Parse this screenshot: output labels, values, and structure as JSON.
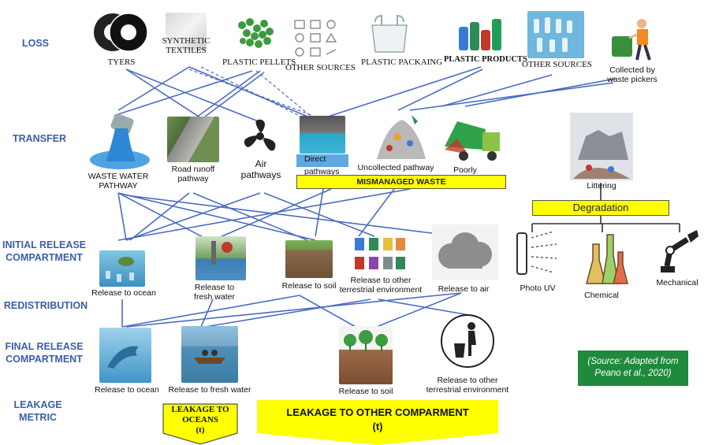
{
  "rows": {
    "loss": "LOSS",
    "transfer": "TRANSFER",
    "initial_release": [
      "INITIAL RELEASE",
      "COMPARTMENT"
    ],
    "redistribution": "REDISTRIBUTION",
    "final_release": [
      "FINAL RELEASE",
      "COMPARTMENT"
    ],
    "leakage_metric": [
      "LEAKAGE",
      "METRIC"
    ]
  },
  "loss": {
    "tyers": "TYERS",
    "synthetic_textiles": [
      "SYNTHETIC",
      "TEXTILES"
    ],
    "plastic_pellets": "PLASTIC PELLETS",
    "other_sources_1": "OTHER SOURCES",
    "plastic_packaging": "PLASTIC PACKAING",
    "plastic_products": "PLASTIC PRODUCTS",
    "other_sources_2": "OTHER SOURCES",
    "collected": [
      "Collected by",
      "waste pickers"
    ]
  },
  "transfer": {
    "waste_water": [
      "WASTE WATER",
      "PATHWAY"
    ],
    "road_runoff": [
      "Road runoff",
      "pathway"
    ],
    "air": [
      "Air",
      "pathways"
    ],
    "direct": [
      "Direct",
      "pathways"
    ],
    "uncollected": "Uncollected pathway",
    "poorly": "Poorly",
    "mismanaged": "MISMANAGED  WASTE",
    "littering": "Littering",
    "degradation": "Degradation"
  },
  "degradation_types": {
    "photo_uv": "Photo UV",
    "chemical": "Chemical",
    "mechanical": "Mechanical"
  },
  "initial_release": {
    "ocean": "Release to ocean",
    "fresh_water": [
      "Release to",
      "fresh water"
    ],
    "soil": "Release to soil",
    "other": [
      "Release to other",
      "terrestrial environment"
    ],
    "air": "Release to air"
  },
  "final_release": {
    "ocean": "Release to ocean",
    "fresh_water": "Release to fresh water",
    "soil": "Release to soil",
    "other": [
      "Release to other",
      "terrestrial environment"
    ]
  },
  "leakage": {
    "oceans": [
      "LEAKAGE TO",
      "OCEANS",
      "(t)"
    ],
    "other": [
      "LEAKAGE TO OTHER COMPARMENT",
      "(t)"
    ]
  },
  "source": [
    "(Source: Adapted from",
    "Peano et al., 2020)"
  ],
  "colors": {
    "rowlabel": "#3b5ea8",
    "links": "#4a6cc2",
    "banner": "#ffff00",
    "source_box": "#1f8a3b"
  },
  "icons": [
    "tyre-icon",
    "textile-icon",
    "pellets-icon",
    "sources-grid-icon",
    "plastic-bag-icon",
    "bottles-icon",
    "waste-picker-icon",
    "waste-water-pipe-icon",
    "road-runoff-icon",
    "fan-icon",
    "direct-pipe-icon",
    "garbage-pile-icon",
    "garbage-truck-icon",
    "littering-icon",
    "uv-lamp-icon",
    "flask-icon",
    "robot-arm-icon",
    "turtle-ocean-icon",
    "fresh-water-pollution-icon",
    "soil-icon",
    "recycle-bins-icon",
    "cloud-icon",
    "dolphin-icon",
    "river-boat-icon",
    "plants-soil-icon",
    "trash-person-icon"
  ]
}
